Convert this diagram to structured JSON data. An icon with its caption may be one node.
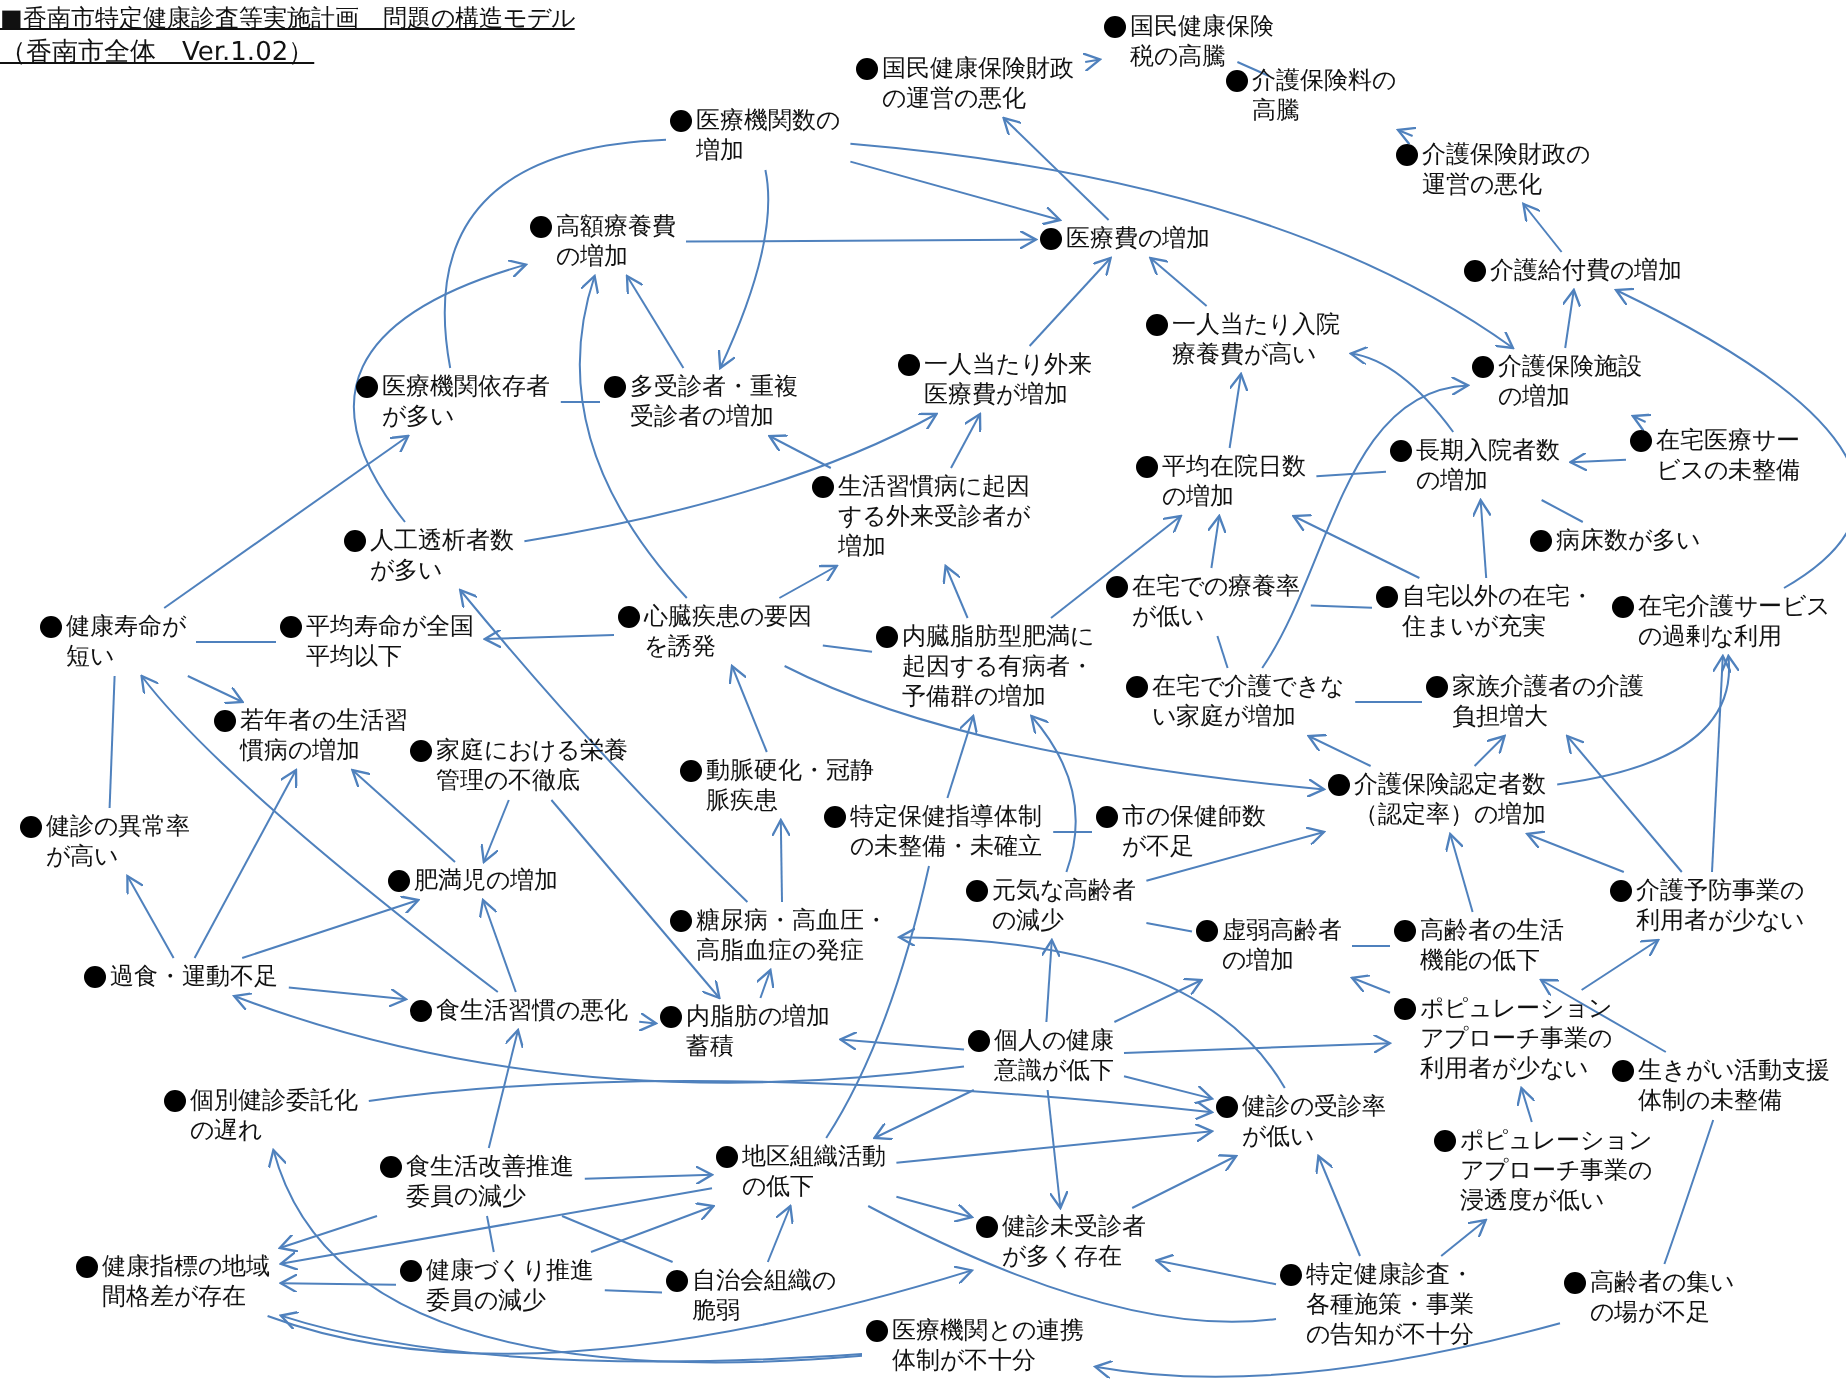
{
  "diagram": {
    "title": "■香南市特定健康診査等実施計画　問題の構造モデル",
    "labels": [
      "（香南市全体　Ver.1.02）"
    ],
    "nodes": [
      {
        "text": [
          "国民健康保険税の高騰"
        ]
      },
      {
        "text": [
          "国民健康保険財政の運営の悪化"
        ]
      },
      {
        "text": [
          "介護保険料の高騰"
        ]
      },
      {
        "text": [
          "医療機関数の増加"
        ]
      },
      {
        "text": [
          "介護保険財政の運営の悪化"
        ]
      },
      {
        "text": [
          "高額療養費の増加"
        ]
      },
      {
        "text": [
          "医療費の増加"
        ]
      },
      {
        "text": [
          "介護給付費の増加"
        ]
      },
      {
        "text": [
          "一人当たり入院療養費が高い"
        ]
      },
      {
        "text": [
          "介護保険施設の増加"
        ]
      },
      {
        "text": [
          "医療機関依存者が多い"
        ]
      },
      {
        "text": [
          "多受診者・重複受診者の増加"
        ]
      },
      {
        "text": [
          "一人当たり外来医療費が増加"
        ]
      },
      {
        "text": [
          "生活習慣病に起因する外来受診者が増加"
        ]
      },
      {
        "text": [
          "平均在院日数の増加"
        ]
      },
      {
        "text": [
          "長期入院者数の増加"
        ]
      },
      {
        "text": [
          "在宅医療サービスの未整備"
        ]
      },
      {
        "text": [
          "人工透析者数が多い"
        ]
      },
      {
        "text": [
          "病床数が多い"
        ]
      },
      {
        "text": [
          "在宅での療養率が低い"
        ]
      },
      {
        "text": [
          "自宅以外の在宅・住まいが充実"
        ]
      },
      {
        "text": [
          "健康寿命が短い"
        ]
      },
      {
        "text": [
          "平均寿命が全国平均以下"
        ]
      },
      {
        "text": [
          "心臓疾患の要因を誘発"
        ]
      },
      {
        "text": [
          "内臓脂肪型肥満に起因する有病者・予備群の増加"
        ]
      },
      {
        "text": [
          "在宅介護サービスの過剰な利用"
        ]
      },
      {
        "text": [
          "在宅で介護できない家庭が増加"
        ]
      },
      {
        "text": [
          "家族介護者の介護負担増大"
        ]
      },
      {
        "text": [
          "若年者の生活習慣病の増加"
        ]
      },
      {
        "text": [
          "家庭における栄養管理の不徹底"
        ]
      },
      {
        "text": [
          "動脈硬化・冠静脈疾患"
        ]
      },
      {
        "text": [
          "介護保険認定者数（認定率）の増加"
        ]
      },
      {
        "text": [
          "健診の異常率が高い"
        ]
      },
      {
        "text": [
          "特定保健指導体制の未整備・未確立"
        ]
      },
      {
        "text": [
          "市の保健師数が不足"
        ]
      },
      {
        "text": [
          "元気な高齢者の減少"
        ]
      },
      {
        "text": [
          "肥満児の増加"
        ]
      },
      {
        "text": [
          "糖尿病・高血圧・高脂血症の発症"
        ]
      },
      {
        "text": [
          "虚弱高齢者の増加"
        ]
      },
      {
        "text": [
          "高齢者の生活機能の低下"
        ]
      },
      {
        "text": [
          "介護予防事業の利用者が少ない"
        ]
      },
      {
        "text": [
          "過食・運動不足"
        ]
      },
      {
        "text": [
          "食生活習慣の悪化"
        ]
      },
      {
        "text": [
          "内脂肪の増加蓄積"
        ]
      },
      {
        "text": [
          "個人の健康意識が低下"
        ]
      },
      {
        "text": [
          "ポピュレーションアプローチ事業の利用者が少ない"
        ]
      },
      {
        "text": [
          "生きがい活動支援体制の未整備"
        ]
      },
      {
        "text": [
          "個別健診委託化の遅れ"
        ]
      },
      {
        "text": [
          "健診の受診率が低い"
        ]
      },
      {
        "text": [
          "食生活改善推進委員の減少"
        ]
      },
      {
        "text": [
          "地区組織活動の低下"
        ]
      },
      {
        "text": [
          "ポピュレーションアプローチ事業の浸透度が低い"
        ]
      },
      {
        "text": [
          "健診未受診者が多く存在"
        ]
      },
      {
        "text": [
          "健康指標の地域間格差が存在"
        ]
      },
      {
        "text": [
          "健康づくり推進委員の減少"
        ]
      },
      {
        "text": [
          "自治会組織の脆弱"
        ]
      },
      {
        "text": [
          "特定健康診査・各種施策・事業の告知が不十分"
        ]
      },
      {
        "text": [
          "高齢者の集いの場が不足"
        ]
      },
      {
        "text": [
          "医療機関との連携体制が不十分"
        ]
      }
    ],
    "edges": [
      {
        "from": 1,
        "to": 0,
        "arrow": "to"
      },
      {
        "from": 0,
        "to": 2,
        "arrow": "none"
      },
      {
        "from": 4,
        "to": 2,
        "arrow": "to"
      },
      {
        "from": 7,
        "to": 4,
        "arrow": "to"
      },
      {
        "from": 9,
        "to": 7,
        "arrow": "to"
      },
      {
        "from": 25,
        "to": 7,
        "arrow": "to"
      },
      {
        "from": 3,
        "to": 9,
        "arrow": "to"
      },
      {
        "from": 3,
        "to": 6,
        "arrow": "to"
      },
      {
        "from": 6,
        "to": 1,
        "arrow": "to"
      },
      {
        "from": 5,
        "to": 6,
        "arrow": "to"
      },
      {
        "from": 8,
        "to": 6,
        "arrow": "to"
      },
      {
        "from": 12,
        "to": 6,
        "arrow": "to"
      },
      {
        "from": 3,
        "to": 11,
        "arrow": "to"
      },
      {
        "from": 11,
        "to": 5,
        "arrow": "to"
      },
      {
        "from": 10,
        "to": 11,
        "arrow": "none"
      },
      {
        "from": 10,
        "to": 3,
        "arrow": "none"
      },
      {
        "from": 17,
        "to": 5,
        "arrow": "to"
      },
      {
        "from": 21,
        "to": 10,
        "arrow": "to"
      },
      {
        "from": 13,
        "to": 12,
        "arrow": "to"
      },
      {
        "from": 17,
        "to": 12,
        "arrow": "to"
      },
      {
        "from": 13,
        "to": 11,
        "arrow": "to"
      },
      {
        "from": 23,
        "to": 13,
        "arrow": "to"
      },
      {
        "from": 24,
        "to": 13,
        "arrow": "to"
      },
      {
        "from": 24,
        "to": 14,
        "arrow": "to"
      },
      {
        "from": 23,
        "to": 22,
        "arrow": "to"
      },
      {
        "from": 22,
        "to": 21,
        "arrow": "none"
      },
      {
        "from": 21,
        "to": 28,
        "arrow": "to"
      },
      {
        "from": 32,
        "to": 21,
        "arrow": "none"
      },
      {
        "from": 42,
        "to": 21,
        "arrow": "to"
      },
      {
        "from": 37,
        "to": 17,
        "arrow": "to"
      },
      {
        "from": 23,
        "to": 5,
        "arrow": "to"
      },
      {
        "from": 30,
        "to": 23,
        "arrow": "to"
      },
      {
        "from": 37,
        "to": 30,
        "arrow": "to"
      },
      {
        "from": 43,
        "to": 37,
        "arrow": "to"
      },
      {
        "from": 23,
        "to": 24,
        "arrow": "none"
      },
      {
        "from": 23,
        "to": 31,
        "arrow": "to"
      },
      {
        "from": 33,
        "to": 24,
        "arrow": "to"
      },
      {
        "from": 35,
        "to": 24,
        "arrow": "to"
      },
      {
        "from": 34,
        "to": 33,
        "arrow": "none"
      },
      {
        "from": 33,
        "to": 50,
        "arrow": "none"
      },
      {
        "from": 44,
        "to": 35,
        "arrow": "to"
      },
      {
        "from": 35,
        "to": 31,
        "arrow": "to"
      },
      {
        "from": 35,
        "to": 38,
        "arrow": "none"
      },
      {
        "from": 39,
        "to": 38,
        "arrow": "none"
      },
      {
        "from": 39,
        "to": 31,
        "arrow": "to"
      },
      {
        "from": 40,
        "to": 31,
        "arrow": "to"
      },
      {
        "from": 40,
        "to": 27,
        "arrow": "to"
      },
      {
        "from": 31,
        "to": 27,
        "arrow": "to"
      },
      {
        "from": 31,
        "to": 26,
        "arrow": "to"
      },
      {
        "from": 31,
        "to": 25,
        "arrow": "to"
      },
      {
        "from": 40,
        "to": 25,
        "arrow": "to"
      },
      {
        "from": 26,
        "to": 9,
        "arrow": "to"
      },
      {
        "from": 26,
        "to": 27,
        "arrow": "none"
      },
      {
        "from": 19,
        "to": 26,
        "arrow": "none"
      },
      {
        "from": 19,
        "to": 14,
        "arrow": "to"
      },
      {
        "from": 20,
        "to": 19,
        "arrow": "none"
      },
      {
        "from": 20,
        "to": 14,
        "arrow": "to"
      },
      {
        "from": 20,
        "to": 15,
        "arrow": "to"
      },
      {
        "from": 18,
        "to": 15,
        "arrow": "none"
      },
      {
        "from": 16,
        "to": 15,
        "arrow": "to"
      },
      {
        "from": 16,
        "to": 9,
        "arrow": "to"
      },
      {
        "from": 15,
        "to": 14,
        "arrow": "none"
      },
      {
        "from": 15,
        "to": 8,
        "arrow": "to"
      },
      {
        "from": 14,
        "to": 8,
        "arrow": "to"
      },
      {
        "from": 41,
        "to": 32,
        "arrow": "to"
      },
      {
        "from": 41,
        "to": 28,
        "arrow": "to"
      },
      {
        "from": 41,
        "to": 36,
        "arrow": "to"
      },
      {
        "from": 41,
        "to": 42,
        "arrow": "to"
      },
      {
        "from": 29,
        "to": 36,
        "arrow": "to"
      },
      {
        "from": 36,
        "to": 28,
        "arrow": "to"
      },
      {
        "from": 42,
        "to": 36,
        "arrow": "to"
      },
      {
        "from": 42,
        "to": 43,
        "arrow": "to"
      },
      {
        "from": 49,
        "to": 42,
        "arrow": "to"
      },
      {
        "from": 29,
        "to": 43,
        "arrow": "to"
      },
      {
        "from": 44,
        "to": 43,
        "arrow": "to"
      },
      {
        "from": 44,
        "to": 41,
        "arrow": "to"
      },
      {
        "from": 47,
        "to": 48,
        "arrow": "to"
      },
      {
        "from": 44,
        "to": 50,
        "arrow": "to"
      },
      {
        "from": 44,
        "to": 52,
        "arrow": "to"
      },
      {
        "from": 44,
        "to": 38,
        "arrow": "to"
      },
      {
        "from": 44,
        "to": 45,
        "arrow": "to"
      },
      {
        "from": 44,
        "to": 48,
        "arrow": "to"
      },
      {
        "from": 45,
        "to": 38,
        "arrow": "to"
      },
      {
        "from": 45,
        "to": 40,
        "arrow": "to"
      },
      {
        "from": 46,
        "to": 39,
        "arrow": "to"
      },
      {
        "from": 51,
        "to": 45,
        "arrow": "to"
      },
      {
        "from": 46,
        "to": 57,
        "arrow": "none"
      },
      {
        "from": 57,
        "to": 58,
        "arrow": "to"
      },
      {
        "from": 56,
        "to": 48,
        "arrow": "to"
      },
      {
        "from": 56,
        "to": 51,
        "arrow": "to"
      },
      {
        "from": 56,
        "to": 52,
        "arrow": "to"
      },
      {
        "from": 50,
        "to": 48,
        "arrow": "to"
      },
      {
        "from": 50,
        "to": 52,
        "arrow": "to"
      },
      {
        "from": 55,
        "to": 50,
        "arrow": "to"
      },
      {
        "from": 54,
        "to": 50,
        "arrow": "to"
      },
      {
        "from": 49,
        "to": 50,
        "arrow": "to"
      },
      {
        "from": 50,
        "to": 53,
        "arrow": "to"
      },
      {
        "from": 49,
        "to": 53,
        "arrow": "to"
      },
      {
        "from": 54,
        "to": 53,
        "arrow": "to"
      },
      {
        "from": 49,
        "to": 55,
        "arrow": "none"
      },
      {
        "from": 49,
        "to": 54,
        "arrow": "none"
      },
      {
        "from": 54,
        "to": 55,
        "arrow": "none"
      },
      {
        "from": 58,
        "to": 53,
        "arrow": "to"
      },
      {
        "from": 53,
        "to": 52,
        "arrow": "to"
      },
      {
        "from": 58,
        "to": 47,
        "arrow": "to"
      },
      {
        "from": 50,
        "to": 56,
        "arrow": "none"
      },
      {
        "from": 52,
        "to": 48,
        "arrow": "to"
      },
      {
        "from": 48,
        "to": 37,
        "arrow": "to"
      }
    ]
  }
}
